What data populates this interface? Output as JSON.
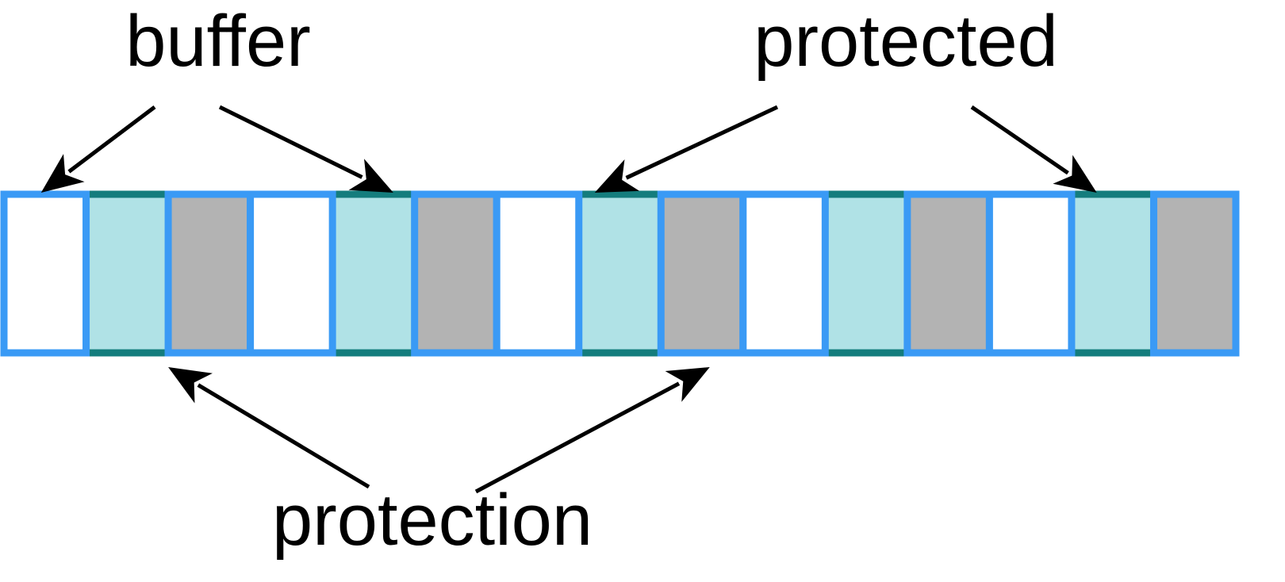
{
  "labels": {
    "buffer": "buffer",
    "protected": "protected",
    "protection": "protection"
  },
  "cells": [
    {
      "kind": "buffer"
    },
    {
      "kind": "protection"
    },
    {
      "kind": "protected"
    },
    {
      "kind": "buffer"
    },
    {
      "kind": "protection"
    },
    {
      "kind": "protected"
    },
    {
      "kind": "buffer"
    },
    {
      "kind": "protection"
    },
    {
      "kind": "protected"
    },
    {
      "kind": "buffer"
    },
    {
      "kind": "protection"
    },
    {
      "kind": "protected"
    },
    {
      "kind": "buffer"
    },
    {
      "kind": "protection"
    },
    {
      "kind": "protected"
    }
  ],
  "colors": {
    "buffer_fill": "#ffffff",
    "protection_fill": "#b0e2e6",
    "protected_fill": "#b3b3b3",
    "cell_border": "#3a9af5",
    "protection_edge": "#147d7d",
    "text": "#000000",
    "arrow": "#000000"
  },
  "arrows": [
    {
      "from_label": "buffer",
      "to_cell": 0
    },
    {
      "from_label": "buffer",
      "to_cell": 4
    },
    {
      "from_label": "protected",
      "to_cell": 7
    },
    {
      "from_label": "protected",
      "to_cell": 13
    },
    {
      "from_label": "protection",
      "to_cell": 2
    },
    {
      "from_label": "protection",
      "to_cell": 8
    }
  ]
}
